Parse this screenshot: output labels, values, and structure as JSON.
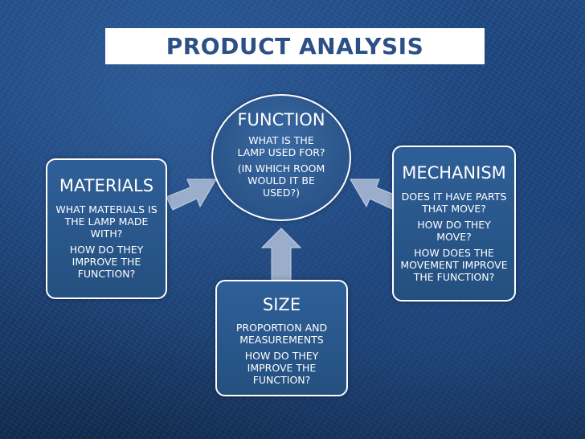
{
  "title": "PRODUCT ANALYSIS",
  "function": {
    "heading": "FUNCTION",
    "lines1": [
      "WHAT IS THE",
      "LAMP USED FOR?"
    ],
    "lines2": [
      "(IN WHICH ROOM",
      "WOULD IT BE",
      "USED?)"
    ]
  },
  "materials": {
    "heading": "MATERIALS",
    "lines1": [
      "WHAT MATERIALS IS",
      "THE LAMP MADE",
      "WITH?"
    ],
    "lines2": [
      "HOW DO THEY",
      "IMPROVE THE",
      "FUNCTION?"
    ]
  },
  "mechanism": {
    "heading": "MECHANISM",
    "lines1": [
      "DOES IT HAVE PARTS",
      "THAT MOVE?"
    ],
    "lines2": [
      "HOW DO THEY",
      "MOVE?"
    ],
    "lines3": [
      "HOW DOES THE",
      "MOVEMENT IMPROVE",
      "THE FUNCTION?"
    ]
  },
  "size": {
    "heading": "SIZE",
    "lines1": [
      "PROPORTION AND",
      "MEASUREMENTS"
    ],
    "lines2": [
      "HOW DO THEY",
      "IMPROVE THE",
      "FUNCTION?"
    ]
  },
  "colors": {
    "background": "#1c4479",
    "title_text": "#2b4f86",
    "box_fill": "#2a5789",
    "arrow_fill": "#9aaecb"
  }
}
